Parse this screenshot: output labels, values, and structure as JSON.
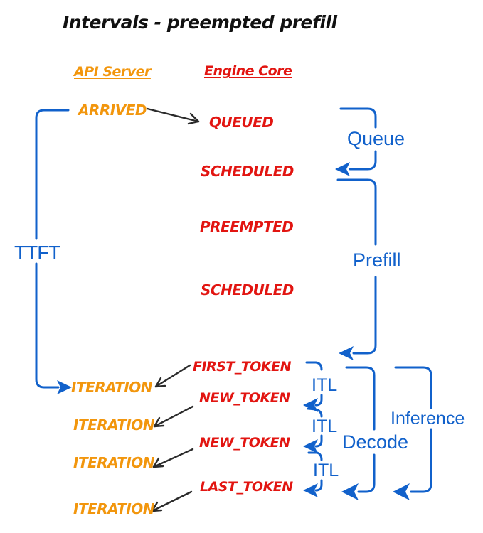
{
  "title": "Intervals - preempted prefill",
  "columns": {
    "api_server": "API Server",
    "engine_core": "Engine Core"
  },
  "events": {
    "arrived": "ARRIVED",
    "queued": "QUEUED",
    "scheduled_1": "SCHEDULED",
    "preempted": "PREEMPTED",
    "scheduled_2": "SCHEDULED",
    "first_token": "FIRST_TOKEN",
    "new_token_1": "NEW_TOKEN",
    "new_token_2": "NEW_TOKEN",
    "last_token": "LAST_TOKEN",
    "iterations": [
      "ITERATION",
      "ITERATION",
      "ITERATION",
      "ITERATION"
    ]
  },
  "intervals": {
    "ttft": "TTFT",
    "queue": "Queue",
    "prefill": "Prefill",
    "itl": [
      "ITL",
      "ITL",
      "ITL"
    ],
    "decode": "Decode",
    "inference": "Inference"
  },
  "colors": {
    "api_server": "#f2960d",
    "engine_core": "#e21511",
    "interval": "#1161cb",
    "connector": "#2b2b2b",
    "background": "#ffffff"
  }
}
